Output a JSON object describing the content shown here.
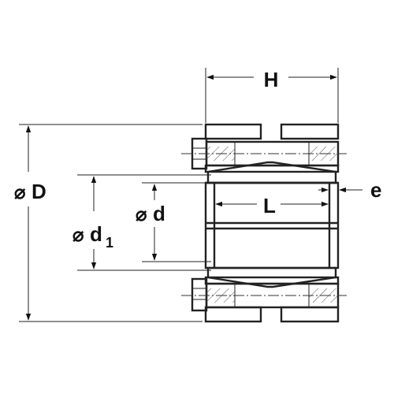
{
  "labels": {
    "outer_diameter_symbol": "⌀",
    "outer_diameter": "D",
    "inner_diameter_symbol": "⌀",
    "inner_diameter": "d",
    "hub_diameter_symbol": "⌀",
    "hub_diameter_letter": "d",
    "hub_diameter_subscript": "1",
    "overall_width": "H",
    "inner_length": "L",
    "offset": "e"
  },
  "colors": {
    "line": "#222222",
    "hatch": "#555555",
    "background": "#ffffff"
  }
}
